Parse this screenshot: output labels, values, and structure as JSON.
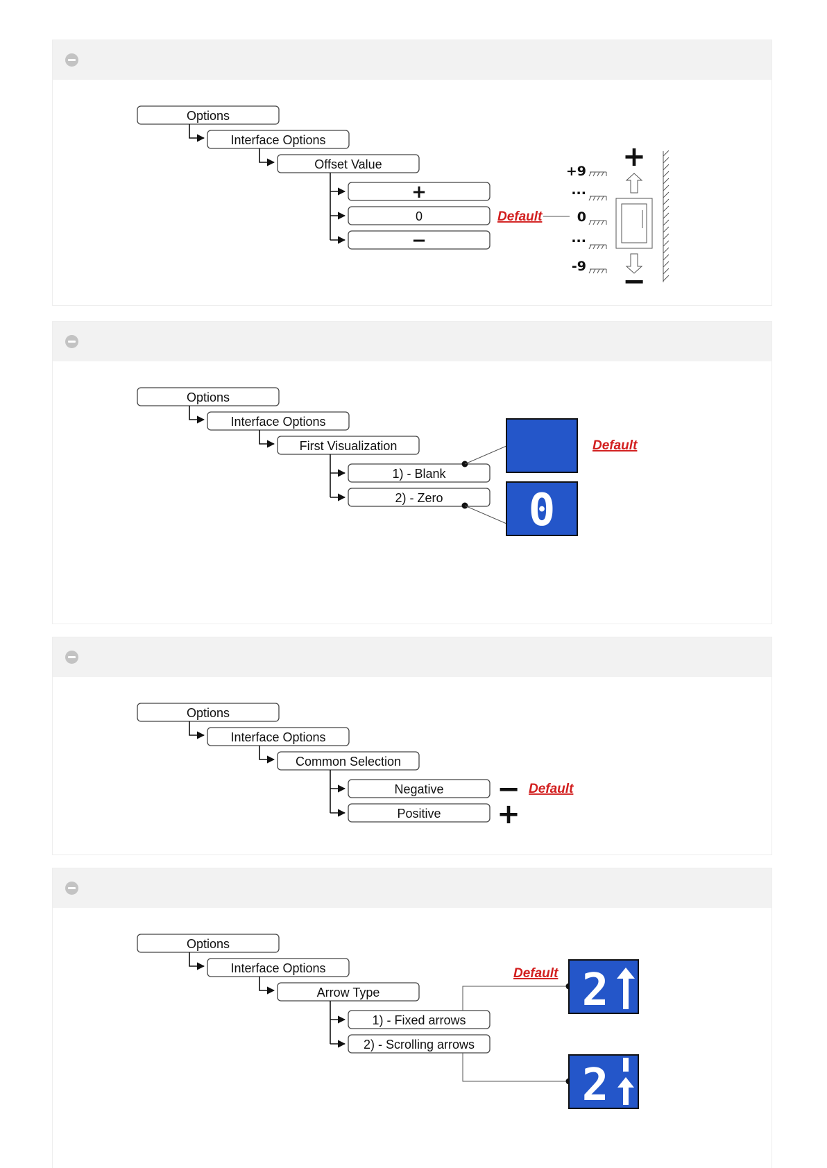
{
  "sections": [
    {
      "tree": [
        "Options",
        "Interface Options",
        "Offset Value"
      ],
      "choices": [
        "+",
        "0",
        "−"
      ],
      "default_label": "Default",
      "scale": [
        "+9",
        "...",
        "0",
        "...",
        "-9"
      ],
      "plus_symbol": "+",
      "minus_symbol": "−"
    },
    {
      "tree": [
        "Options",
        "Interface Options",
        "First Visualization"
      ],
      "choices": [
        "1) - Blank",
        "2) - Zero"
      ],
      "default_label": "Default",
      "zero_digit": "0"
    },
    {
      "tree": [
        "Options",
        "Interface Options",
        "Common Selection"
      ],
      "choices": [
        "Negative",
        "Positive"
      ],
      "default_label": "Default",
      "minus_symbol": "−",
      "plus_symbol": "+"
    },
    {
      "tree": [
        "Options",
        "Interface Options",
        "Arrow Type"
      ],
      "choices": [
        "1) - Fixed arrows",
        "2) - Scrolling arrows"
      ],
      "default_label": "Default",
      "floor_digit": "2"
    }
  ],
  "colors": {
    "display_blue": "#2456c9",
    "default_red": "#d21f1f",
    "header_grey": "#f2f2f2"
  }
}
